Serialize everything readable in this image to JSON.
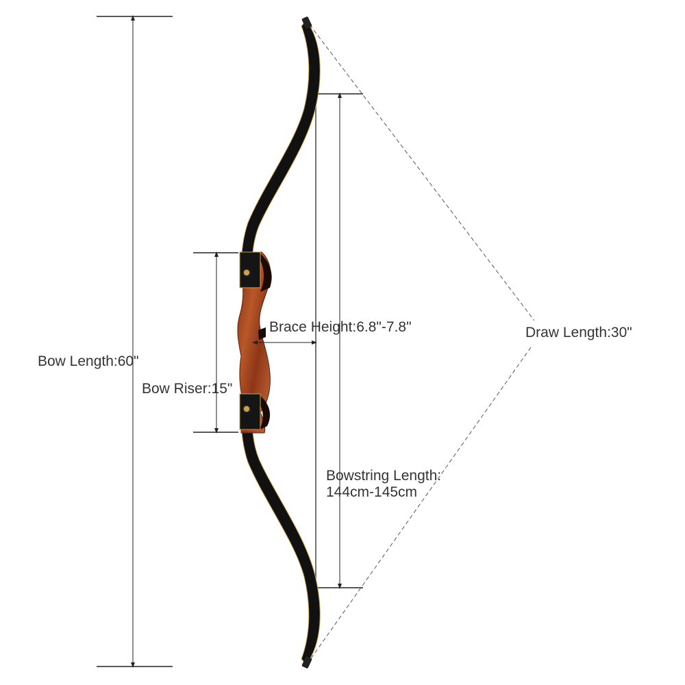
{
  "labels": {
    "bow_length": "Bow Length:60\"",
    "bow_riser": "Bow Riser:15\"",
    "brace_height": "Brace Height:6.8\"-7.8\"",
    "draw_length": "Draw Length:30\"",
    "bowstring_length_line1": "Bowstring Length:",
    "bowstring_length_line2": "144cm-145cm"
  },
  "colors": {
    "dimension_line": "#222222",
    "limb": "#111111",
    "limb_edge": "#c8a24a",
    "riser_wood": "#9a3d1c",
    "riser_dark": "#5a1f0c",
    "bowstring": "#444444",
    "label_text": "#333333"
  }
}
